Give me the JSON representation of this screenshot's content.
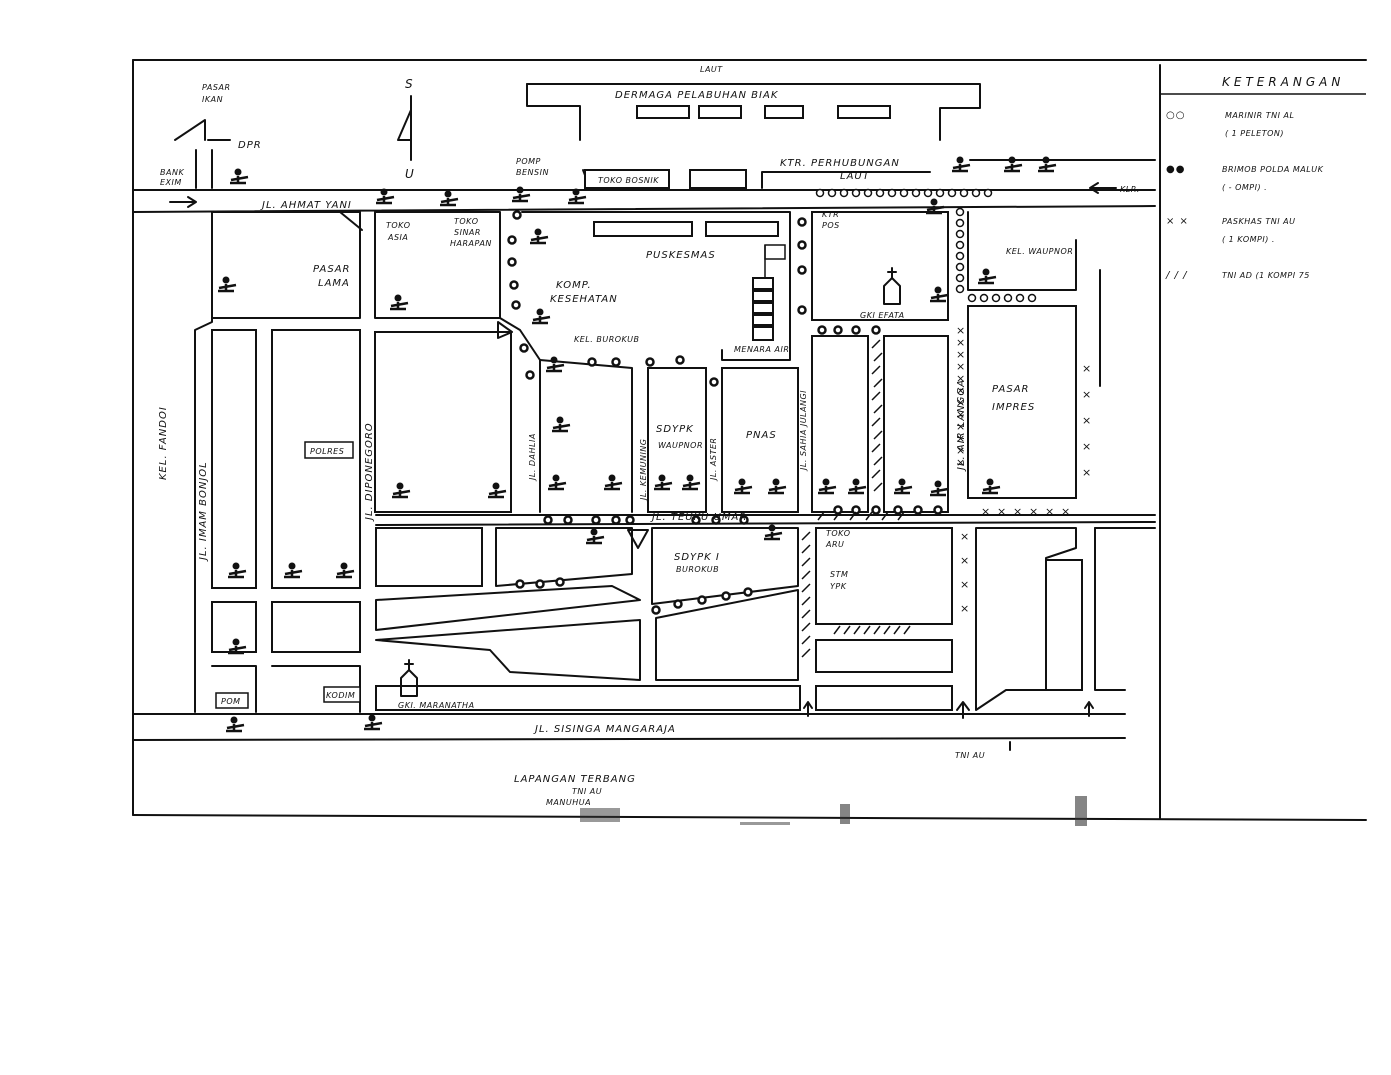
{
  "north_arrow": {
    "top": "S",
    "bottom": "U"
  },
  "legend": {
    "title": "KETERANGAN",
    "items": [
      {
        "symbol": "○○",
        "line1": "MARINIR TNI AL",
        "line2": "( 1 PELETON)"
      },
      {
        "symbol": "●●",
        "line1": "BRIMOB POLDA MALUK",
        "line2": "(  -  OMPI) ."
      },
      {
        "symbol": "× ×",
        "line1": "PASKHAS TNI AU",
        "line2": "( 1 KOMPI) ."
      },
      {
        "symbol": "/ / /",
        "line1": "TNI AD (1 KOMPI 75",
        "line2": ""
      }
    ]
  },
  "labels": {
    "laut": "LAUT",
    "dermaga": "DERMAGA PELABUHAN BIAK",
    "pasar_ikan": [
      "PASAR",
      "IKAN"
    ],
    "dprd": "DPR",
    "bank": [
      "BANK",
      "EXIM"
    ],
    "pomp": [
      "POMP",
      "BENSIN"
    ],
    "toko_bosnik": "TOKO BOSNIK",
    "ktr_perhubungan": [
      "KTR. PERHUBUNGAN",
      "LAUT"
    ],
    "kelurahan_direction": "KLR.",
    "jl_ahmad_yani": "JL. AHMAT YANI",
    "toko_asia": [
      "TOKO",
      "ASIA"
    ],
    "toko_sinar": [
      "TOKO",
      "SINAR",
      "HARAPAN"
    ],
    "puskesmas": "PUSKESMAS",
    "ktr_pos": [
      "KTR",
      "POS"
    ],
    "kel_waupnor": "KEL. WAUPNOR",
    "pasar_lama": [
      "PASAR",
      "LAMA"
    ],
    "komp_kesehatan": [
      "KOMP.",
      "KESEHATAN"
    ],
    "kel_burokub": "KEL. BUROKUB",
    "menara_air": "MENARA AIR",
    "gki_efata": "GKI EFATA",
    "kel_fandoi": "KEL. FANDOI",
    "jl_imam_bonjol": "JL. IMAM BONJOL",
    "jl_diponegoro": "JL. DIPONEGORO",
    "polres": "POLRES",
    "jl_dahlia": "JL. DAHLIA",
    "jl_kemuning": "JL. KEMUNING",
    "sdypk": [
      "SDYPK",
      "WAUPNOR"
    ],
    "jl_aster": "JL. ASTER",
    "pnas": "PNAS",
    "jl_sahia": "JL. SAHIA JULANGI",
    "jl_air_langga": "JL. AIR LANGGA",
    "pasar_impres": [
      "PASAR",
      "IMPRES"
    ],
    "jl_teuku_umar": "JL. TEUKU UMAR",
    "sdypk1": [
      "SDYPK I",
      "BUROKUB"
    ],
    "toko_aru": [
      "TOKO",
      "ARU"
    ],
    "stm": [
      "STM",
      "YPK"
    ],
    "pom": "POM",
    "kodim": "KODIM",
    "gki_marantha": "GKI. MARANATHA",
    "jl_sisinga": "JL. SISINGA MANGARAJA",
    "tni_au": "TNI AU",
    "lapangan": [
      "LAPANGAN TERBANG",
      "TNI AU",
      "MANUHUA"
    ]
  }
}
